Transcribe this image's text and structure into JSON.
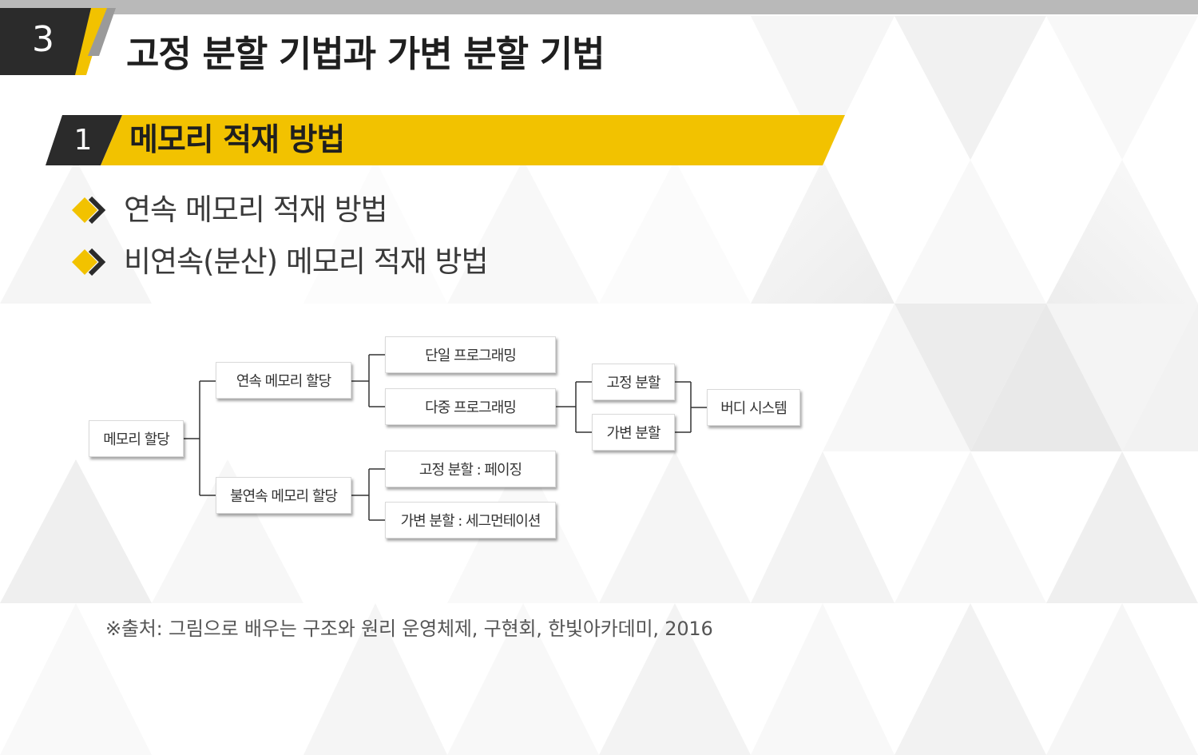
{
  "header": {
    "section_number": "3",
    "title": "고정 분할 기법과 가변 분할 기법"
  },
  "subheader": {
    "number": "1",
    "title": "메모리 적재 방법"
  },
  "bullets": [
    {
      "icon": "chevron-diamond-icon",
      "text": "연속 메모리 적재 방법"
    },
    {
      "icon": "chevron-diamond-icon",
      "text": "비연속(분산) 메모리 적재 방법"
    }
  ],
  "diagram": {
    "root": "메모리 할당",
    "contiguous": "연속 메모리 할당",
    "noncontiguous": "불연속 메모리 할당",
    "single_programming": "단일 프로그래밍",
    "multi_programming": "다중 프로그래밍",
    "fixed_partition": "고정 분할",
    "variable_partition": "가변 분할",
    "buddy_system": "버디 시스템",
    "paging": "고정 분할 : 페이징",
    "segmentation": "가변 분할 : 세그먼테이션"
  },
  "source": "※출처: 그림으로 배우는 구조와 원리 운영체제, 구현회, 한빛아카데미, 2016",
  "colors": {
    "accent": "#F2C200",
    "dark": "#2B2B2B",
    "gray": "#B9B9B9"
  }
}
